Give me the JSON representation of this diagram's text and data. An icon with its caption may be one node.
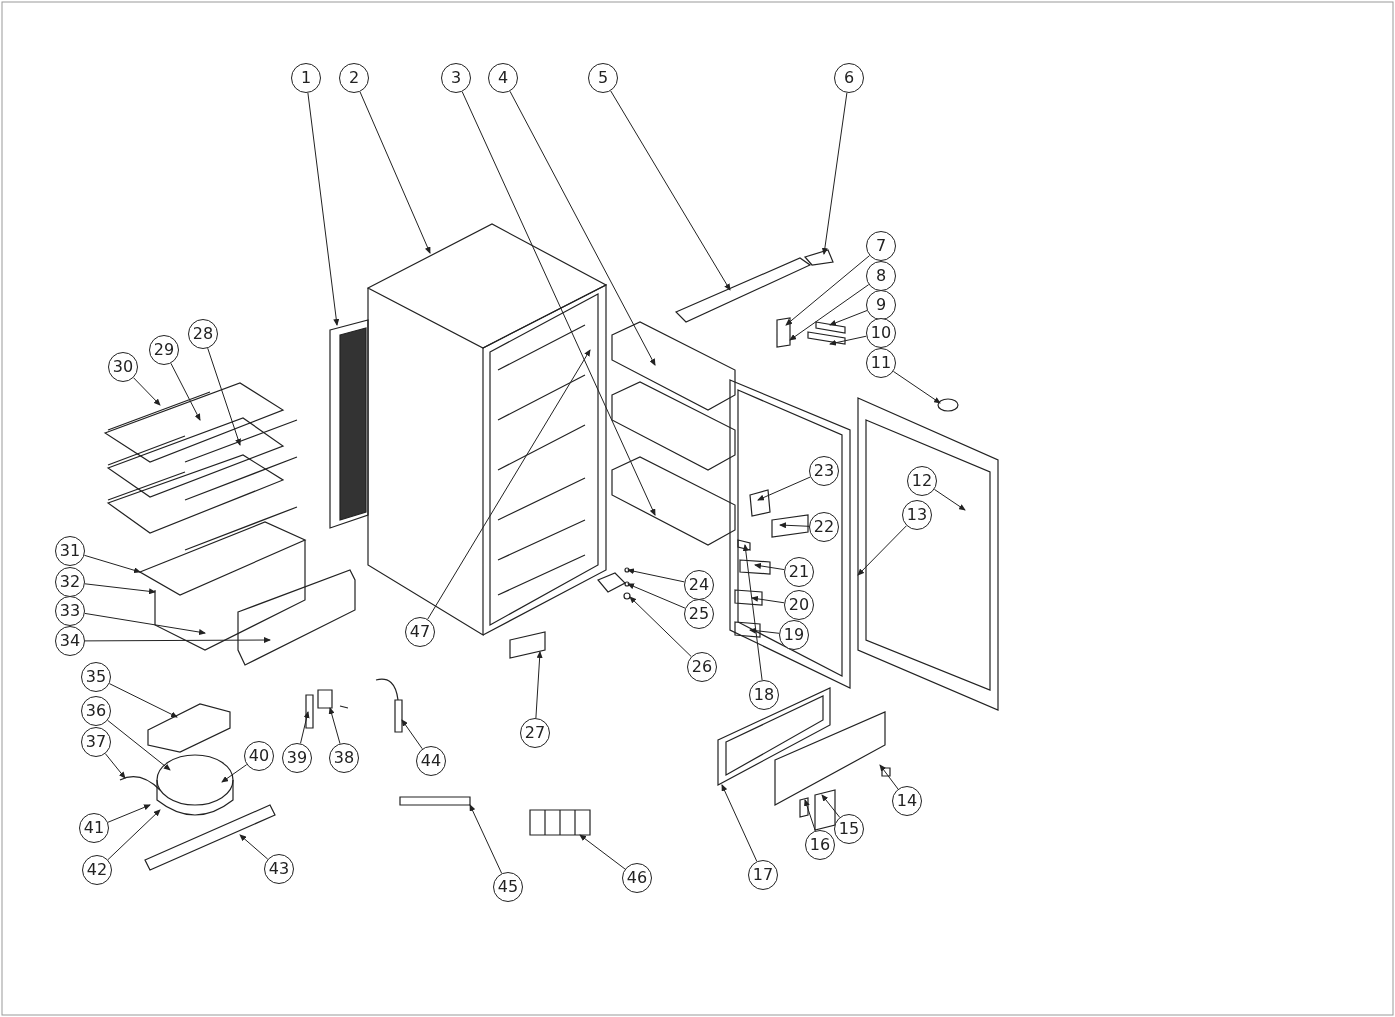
{
  "diagram": {
    "nodes": [
      {
        "text": [
          "1"
        ]
      },
      {
        "text": [
          "2"
        ]
      },
      {
        "text": [
          "3"
        ]
      },
      {
        "text": [
          "4"
        ]
      },
      {
        "text": [
          "5"
        ]
      },
      {
        "text": [
          "6"
        ]
      },
      {
        "text": [
          "7"
        ]
      },
      {
        "text": [
          "8"
        ]
      },
      {
        "text": [
          "9"
        ]
      },
      {
        "text": [
          "10"
        ]
      },
      {
        "text": [
          "11"
        ]
      },
      {
        "text": [
          "12"
        ]
      },
      {
        "text": [
          "13"
        ]
      },
      {
        "text": [
          "14"
        ]
      },
      {
        "text": [
          "15"
        ]
      },
      {
        "text": [
          "16"
        ]
      },
      {
        "text": [
          "17"
        ]
      },
      {
        "text": [
          "18"
        ]
      },
      {
        "text": [
          "19"
        ]
      },
      {
        "text": [
          "20"
        ]
      },
      {
        "text": [
          "21"
        ]
      },
      {
        "text": [
          "22"
        ]
      },
      {
        "text": [
          "23"
        ]
      },
      {
        "text": [
          "24"
        ]
      },
      {
        "text": [
          "25"
        ]
      },
      {
        "text": [
          "26"
        ]
      },
      {
        "text": [
          "27"
        ]
      },
      {
        "text": [
          "28"
        ]
      },
      {
        "text": [
          "29"
        ]
      },
      {
        "text": [
          "30"
        ]
      },
      {
        "text": [
          "31"
        ]
      },
      {
        "text": [
          "32"
        ]
      },
      {
        "text": [
          "33"
        ]
      },
      {
        "text": [
          "34"
        ]
      },
      {
        "text": [
          "35"
        ]
      },
      {
        "text": [
          "36"
        ]
      },
      {
        "text": [
          "37"
        ]
      },
      {
        "text": [
          "38"
        ]
      },
      {
        "text": [
          "39"
        ]
      },
      {
        "text": [
          "40"
        ]
      },
      {
        "text": [
          "41"
        ]
      },
      {
        "text": [
          "42"
        ]
      },
      {
        "text": [
          "43"
        ]
      },
      {
        "text": [
          "44"
        ]
      },
      {
        "text": [
          "45"
        ]
      },
      {
        "text": [
          "46"
        ]
      },
      {
        "text": [
          "47"
        ]
      },
      {
        "text": [],
        "shape": "picture"
      }
    ],
    "edges": [
      {
        "from": 0,
        "to": null,
        "arrow": "to"
      },
      {
        "from": 1,
        "to": null,
        "arrow": "to"
      },
      {
        "from": 2,
        "to": null,
        "arrow": "to"
      },
      {
        "from": 3,
        "to": null,
        "arrow": "to"
      },
      {
        "from": 4,
        "to": null,
        "arrow": "to"
      },
      {
        "from": 5,
        "to": 47,
        "arrow": "to"
      },
      {
        "from": 6,
        "to": null,
        "arrow": "to"
      },
      {
        "from": 7,
        "to": null,
        "arrow": "to"
      },
      {
        "from": 8,
        "to": null,
        "arrow": "to"
      },
      {
        "from": 9,
        "to": null,
        "arrow": "to"
      },
      {
        "from": 10,
        "to": null,
        "arrow": "to"
      },
      {
        "from": 11,
        "to": null,
        "arrow": "to"
      },
      {
        "from": 12,
        "to": null,
        "arrow": "to"
      },
      {
        "from": 13,
        "to": null,
        "arrow": "to"
      },
      {
        "from": 14,
        "to": null,
        "arrow": "to"
      },
      {
        "from": 15,
        "to": null,
        "arrow": "to"
      },
      {
        "from": 16,
        "to": null,
        "arrow": "to"
      },
      {
        "from": 17,
        "to": null,
        "arrow": "to"
      },
      {
        "from": 18,
        "to": null,
        "arrow": "to"
      },
      {
        "from": 19,
        "to": null,
        "arrow": "to"
      },
      {
        "from": 20,
        "to": null,
        "arrow": "to"
      },
      {
        "from": 21,
        "to": null,
        "arrow": "to"
      },
      {
        "from": 22,
        "to": null,
        "arrow": "to"
      },
      {
        "from": 23,
        "to": null,
        "arrow": "to"
      },
      {
        "from": 24,
        "to": null,
        "arrow": "to"
      },
      {
        "from": 25,
        "to": null,
        "arrow": "to"
      },
      {
        "from": 26,
        "to": null,
        "arrow": "to"
      },
      {
        "from": 27,
        "to": null,
        "arrow": "to"
      },
      {
        "from": 28,
        "to": null,
        "arrow": "to"
      },
      {
        "from": 29,
        "to": null,
        "arrow": "to"
      },
      {
        "from": 30,
        "to": null,
        "arrow": "to"
      },
      {
        "from": 31,
        "to": null,
        "arrow": "to"
      },
      {
        "from": 32,
        "to": null,
        "arrow": "to"
      },
      {
        "from": 33,
        "to": null,
        "arrow": "to"
      },
      {
        "from": 34,
        "to": null,
        "arrow": "to"
      },
      {
        "from": 35,
        "to": null,
        "arrow": "to"
      },
      {
        "from": 36,
        "to": null,
        "arrow": "to"
      },
      {
        "from": 37,
        "to": null,
        "arrow": "to"
      },
      {
        "from": 38,
        "to": null,
        "arrow": "to"
      },
      {
        "from": 39,
        "to": null,
        "arrow": "to"
      },
      {
        "from": 40,
        "to": null,
        "arrow": "to"
      },
      {
        "from": 41,
        "to": null,
        "arrow": "to"
      },
      {
        "from": 42,
        "to": null,
        "arrow": "to"
      },
      {
        "from": 43,
        "to": null,
        "arrow": "to"
      },
      {
        "from": 44,
        "to": null,
        "arrow": "to"
      },
      {
        "from": 45,
        "to": null,
        "arrow": "to"
      },
      {
        "from": 46,
        "to": null,
        "arrow": "to"
      }
    ]
  }
}
